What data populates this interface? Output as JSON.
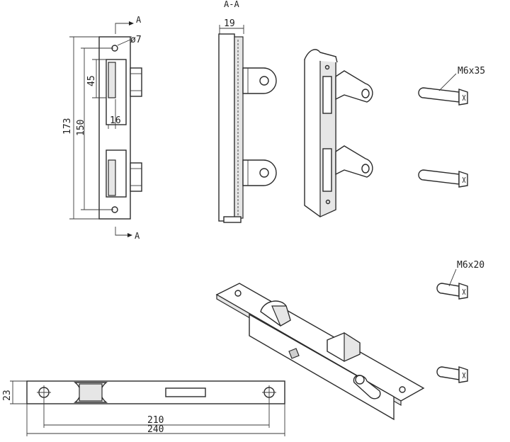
{
  "section_markers": {
    "top": "A",
    "bottom": "A",
    "section_title": "A-A"
  },
  "front_view": {
    "hole_dim": "ø7",
    "dim_45": "45",
    "dim_16": "16",
    "dim_173": "173",
    "dim_150": "150"
  },
  "side_view": {
    "dim_19": "19"
  },
  "screws": {
    "long": "M6x35",
    "short": "M6x20"
  },
  "lock_body": {
    "dim_23": "23",
    "dim_210": "210",
    "dim_240": "240"
  }
}
